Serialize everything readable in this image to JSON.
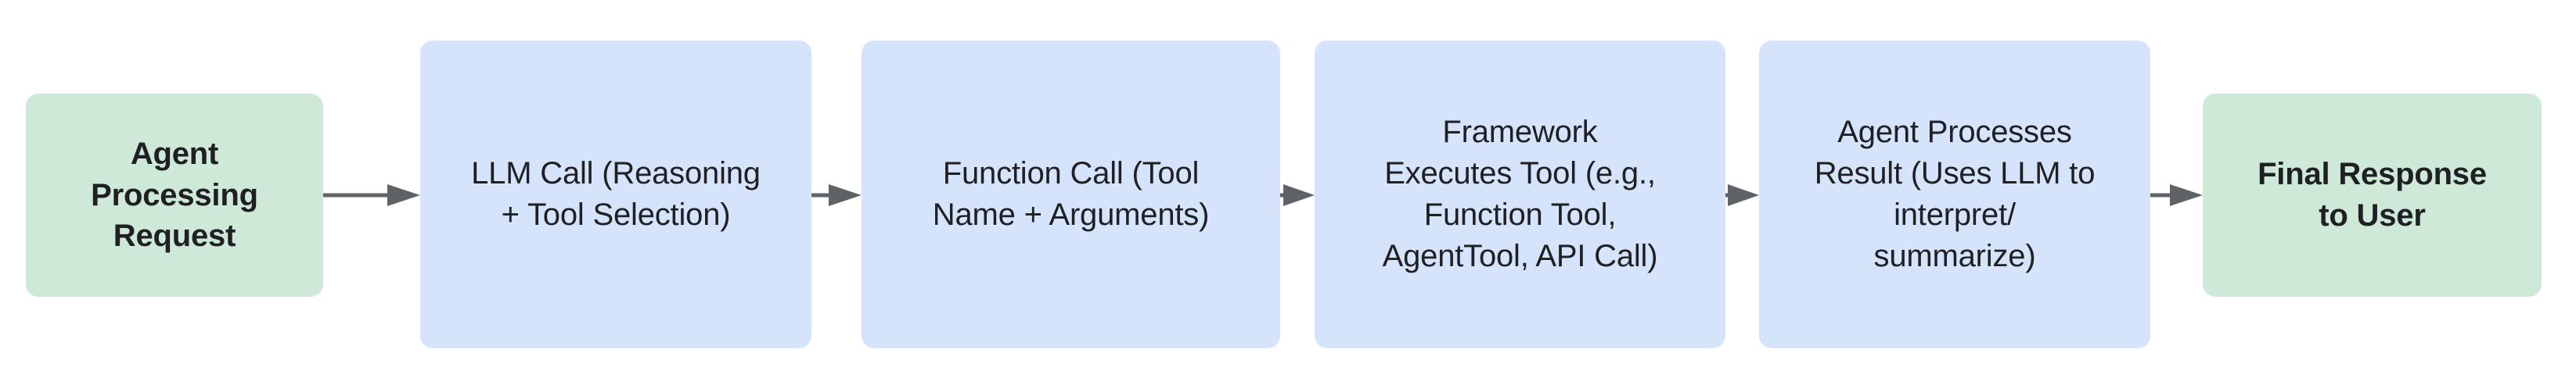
{
  "diagram": {
    "type": "flowchart",
    "orientation": "left-to-right",
    "background_color": "#ffffff",
    "colors": {
      "terminal_fill": "#cfe9d8",
      "process_fill": "#d5e3fb",
      "text": "#1f2023",
      "connector": "#5f6368"
    },
    "nodes": [
      {
        "id": "agent-processing-request",
        "label": "Agent\nProcessing\nRequest",
        "shape": "rounded-rectangle",
        "style": "terminal",
        "fill": "#cfe9d8",
        "font_weight": "bold"
      },
      {
        "id": "llm-call",
        "label": "LLM Call (Reasoning\n+ Tool Selection)",
        "shape": "rounded-rectangle",
        "style": "process",
        "fill": "#d5e3fb",
        "font_weight": "regular"
      },
      {
        "id": "function-call",
        "label": "Function Call (Tool\nName + Arguments)",
        "shape": "rounded-rectangle",
        "style": "process",
        "fill": "#d5e3fb",
        "font_weight": "regular"
      },
      {
        "id": "framework-executes-tool",
        "label": "Framework\nExecutes Tool (e.g.,\nFunction Tool,\nAgentTool, API Call)",
        "shape": "rounded-rectangle",
        "style": "process",
        "fill": "#d5e3fb",
        "font_weight": "regular"
      },
      {
        "id": "agent-processes-result",
        "label": "Agent Processes\nResult (Uses LLM to\ninterpret/\nsummarize)",
        "shape": "rounded-rectangle",
        "style": "process",
        "fill": "#d5e3fb",
        "font_weight": "regular"
      },
      {
        "id": "final-response-to-user",
        "label": "Final Response\nto User",
        "shape": "rounded-rectangle",
        "style": "terminal",
        "fill": "#cfe9d8",
        "font_weight": "bold"
      }
    ],
    "edges": [
      {
        "id": "edge-0",
        "from": "agent-processing-request",
        "to": "llm-call",
        "label": "",
        "arrow": "filled-triangle"
      },
      {
        "id": "edge-1",
        "from": "llm-call",
        "to": "function-call",
        "label": "",
        "arrow": "filled-triangle"
      },
      {
        "id": "edge-2",
        "from": "function-call",
        "to": "framework-executes-tool",
        "label": "",
        "arrow": "filled-triangle"
      },
      {
        "id": "edge-3",
        "from": "framework-executes-tool",
        "to": "agent-processes-result",
        "label": "",
        "arrow": "filled-triangle"
      },
      {
        "id": "edge-4",
        "from": "agent-processes-result",
        "to": "final-response-to-user",
        "label": "",
        "arrow": "filled-triangle"
      }
    ]
  }
}
